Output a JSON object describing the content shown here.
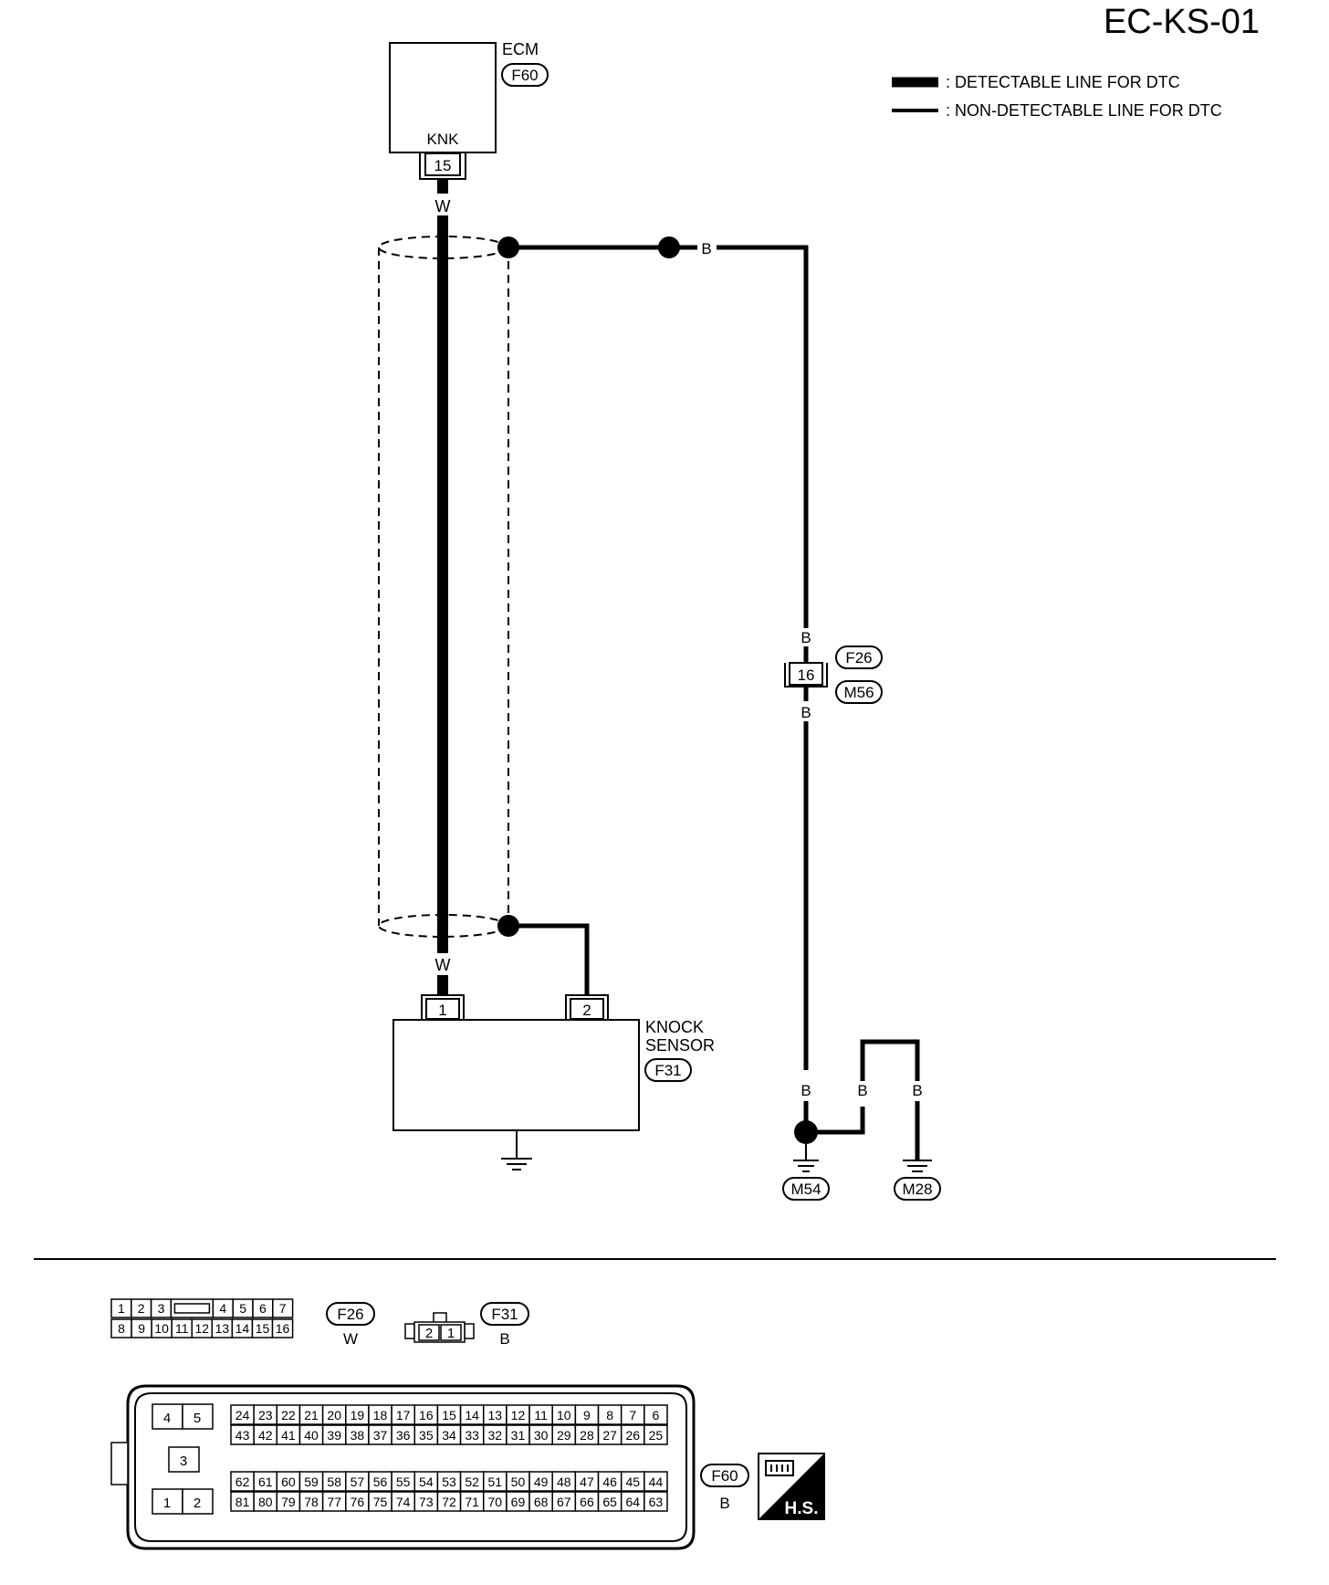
{
  "page_code": "EC-KS-01",
  "legend": {
    "detectable": ": DETECTABLE LINE FOR DTC",
    "non_detectable": ": NON-DETECTABLE LINE FOR DTC"
  },
  "ecm": {
    "label": "ECM",
    "connector": "F60",
    "terminal_name": "KNK",
    "terminal": "15"
  },
  "wires": {
    "ecm_out_color": "W",
    "sensor_in_color": "W",
    "shield_color": "B",
    "joint_upper_color": "B",
    "joint_lower_color": "B",
    "ground_left_color": "B",
    "ground_mid_color": "B",
    "ground_right_color": "B"
  },
  "joint_connector": {
    "terminal": "16",
    "upper": "F26",
    "lower": "M56"
  },
  "knock_sensor": {
    "label_line1": "KNOCK",
    "label_line2": "SENSOR",
    "connector": "F31",
    "pin1": "1",
    "pin2": "2"
  },
  "grounds": {
    "left": "M54",
    "right": "M28"
  },
  "connectors": {
    "f26": {
      "id": "F26",
      "color": "W",
      "row1": [
        "1",
        "2",
        "3",
        "",
        "4",
        "5",
        "6",
        "7"
      ],
      "row2": [
        "8",
        "9",
        "10",
        "11",
        "12",
        "13",
        "14",
        "15",
        "16"
      ]
    },
    "f31": {
      "id": "F31",
      "color": "B",
      "pins": [
        "2",
        "1"
      ]
    },
    "f60": {
      "id": "F60",
      "color": "B",
      "power_pins": [
        "4",
        "5",
        "3",
        "1",
        "2"
      ],
      "row1": [
        "24",
        "23",
        "22",
        "21",
        "20",
        "19",
        "18",
        "17",
        "16",
        "15",
        "14",
        "13",
        "12",
        "11",
        "10",
        "9",
        "8",
        "7",
        "6"
      ],
      "row2": [
        "43",
        "42",
        "41",
        "40",
        "39",
        "38",
        "37",
        "36",
        "35",
        "34",
        "33",
        "32",
        "31",
        "30",
        "29",
        "28",
        "27",
        "26",
        "25"
      ],
      "row3": [
        "62",
        "61",
        "60",
        "59",
        "58",
        "57",
        "56",
        "55",
        "54",
        "53",
        "52",
        "51",
        "50",
        "49",
        "48",
        "47",
        "46",
        "45",
        "44"
      ],
      "row4": [
        "81",
        "80",
        "79",
        "78",
        "77",
        "76",
        "75",
        "74",
        "73",
        "72",
        "71",
        "70",
        "69",
        "68",
        "67",
        "66",
        "65",
        "64",
        "63"
      ]
    }
  },
  "hs_badge": "H.S."
}
